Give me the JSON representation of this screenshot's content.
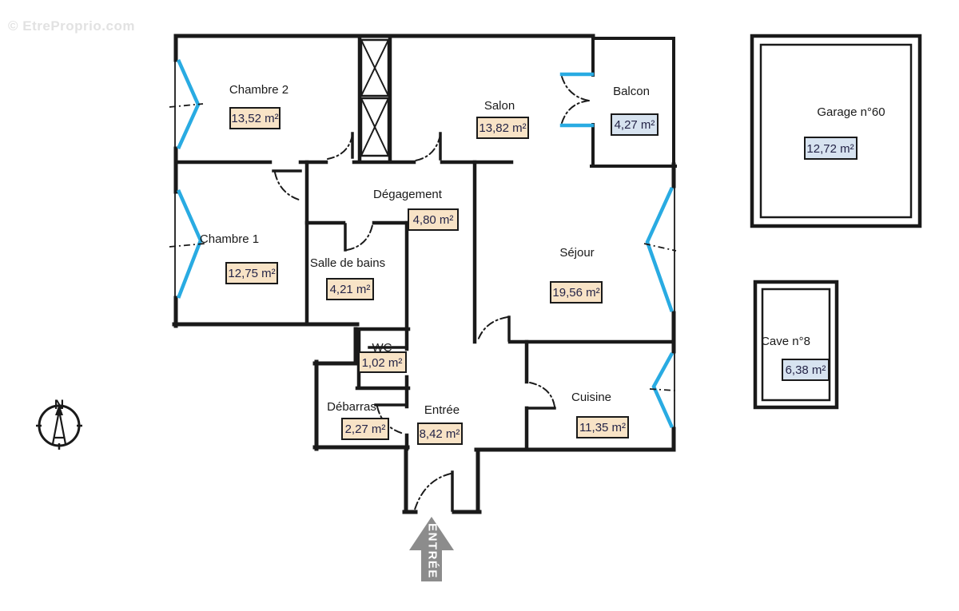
{
  "watermark": "© EtreProprio.com",
  "colors": {
    "wall": "#1a1a1a",
    "window": "#29ABE2",
    "area_box_tan": "#F8E3C6",
    "area_box_blue": "#D7E3F0",
    "arrow_gray": "#8C8C8C"
  },
  "compass": {
    "label": "N"
  },
  "entrance_arrow": {
    "label": "ENTRÉE"
  },
  "rooms": [
    {
      "name": "Chambre 2",
      "area": "13,52 m²",
      "box": "tan"
    },
    {
      "name": "Salon",
      "area": "13,82 m²",
      "box": "tan"
    },
    {
      "name": "Balcon",
      "area": "4,27 m²",
      "box": "blue"
    },
    {
      "name": "Chambre 1",
      "area": "12,75 m²",
      "box": "tan"
    },
    {
      "name": "Dégagement",
      "area": "4,80 m²",
      "box": "tan"
    },
    {
      "name": "Salle de bains",
      "area": "4,21 m²",
      "box": "tan"
    },
    {
      "name": "Séjour",
      "area": "19,56 m²",
      "box": "tan"
    },
    {
      "name": "WC",
      "area": "1,02 m²",
      "box": "tan"
    },
    {
      "name": "Débarras",
      "area": "2,27 m²",
      "box": "tan"
    },
    {
      "name": "Entrée",
      "area": "8,42 m²",
      "box": "tan"
    },
    {
      "name": "Cuisine",
      "area": "11,35 m²",
      "box": "tan"
    },
    {
      "name": "Garage n°60",
      "area": "12,72 m²",
      "box": "blue"
    },
    {
      "name": "Cave n°8",
      "area": "6,38 m²",
      "box": "blue"
    }
  ]
}
